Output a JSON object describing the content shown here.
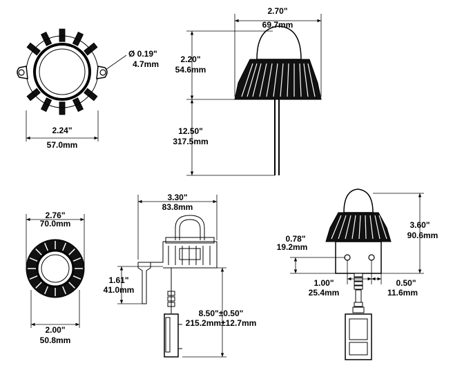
{
  "top_left_view": {
    "hole_diameter_in": "Ø 0.19\"",
    "hole_diameter_mm": "4.7mm",
    "width_in": "2.24\"",
    "width_mm": "57.0mm"
  },
  "top_right_view": {
    "width_in": "2.70\"",
    "width_mm": "69.7mm",
    "height_in": "2.20\"",
    "height_mm": "54.6mm",
    "lead_in": "12.50\"",
    "lead_mm": "317.5mm"
  },
  "bottom_left_view": {
    "outer_in": "2.76\"",
    "outer_mm": "70.0mm",
    "inner_in": "2.00\"",
    "inner_mm": "50.8mm"
  },
  "bottom_middle_view": {
    "width_in": "3.30\"",
    "width_mm": "83.8mm",
    "depth_in": "1.61\"",
    "depth_mm": "41.0mm",
    "cable_in": "8.50\"±0.50\"",
    "cable_mm": "215.2mm±12.7mm"
  },
  "bottom_right_view": {
    "height_in": "3.60\"",
    "height_mm": "90.6mm",
    "offset_in": "0.78\"",
    "offset_mm": "19.2mm",
    "spacing_in": "1.00\"",
    "spacing_mm": "25.4mm",
    "edge_in": "0.50\"",
    "edge_mm": "11.6mm"
  }
}
